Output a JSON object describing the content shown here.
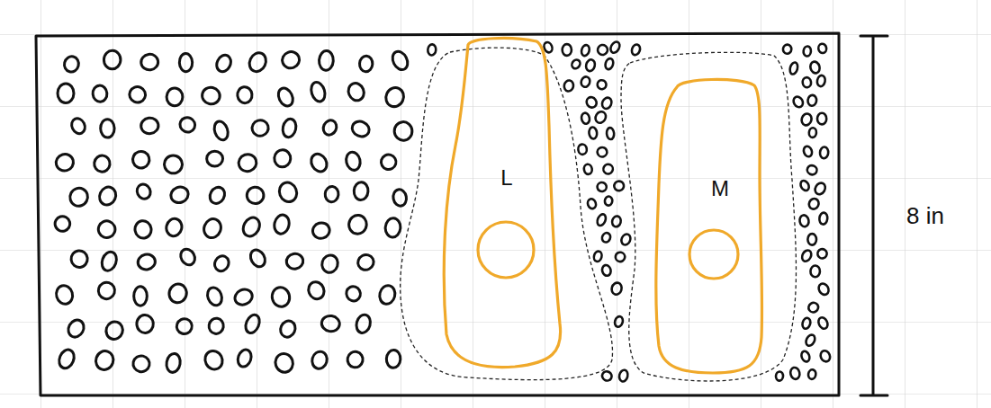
{
  "diagram": {
    "nodes": [
      {
        "text": [
          "L"
        ]
      },
      {
        "text": [
          "M"
        ]
      }
    ],
    "labels": [
      "8 in"
    ]
  }
}
